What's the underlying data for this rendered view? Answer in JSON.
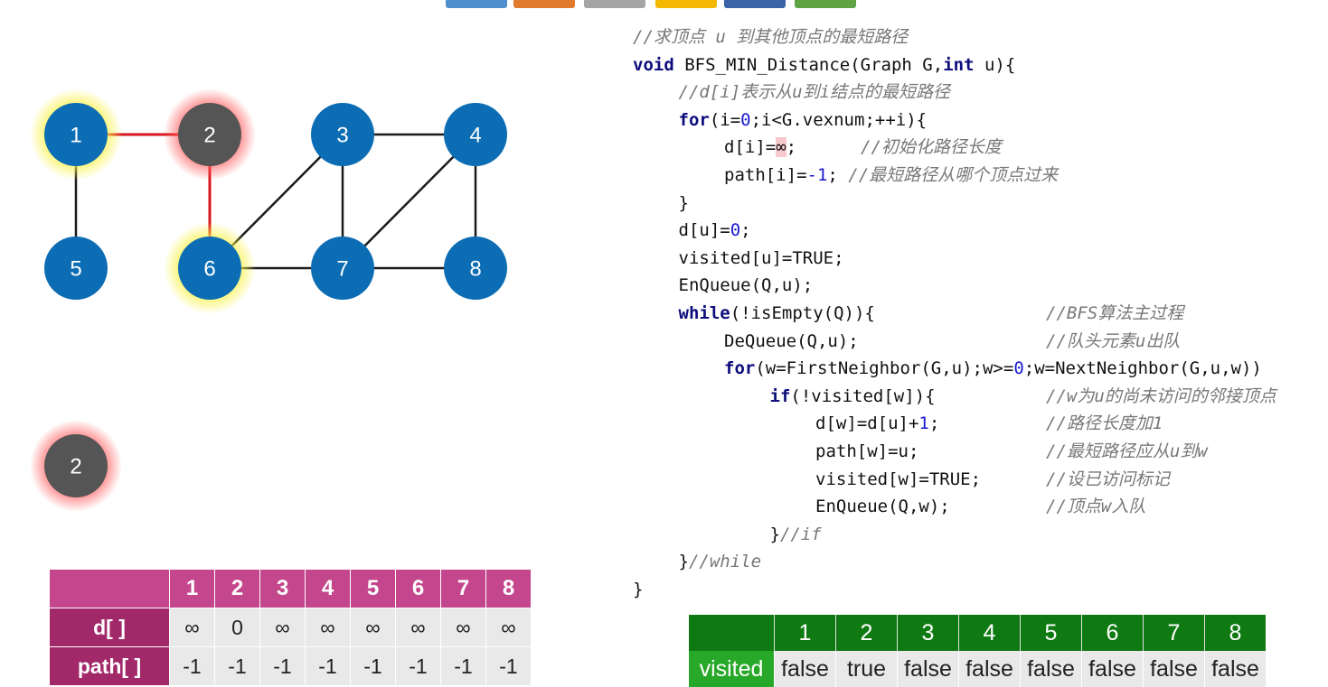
{
  "colors": {
    "node_blue": "#0c6db4",
    "node_gray": "#555555",
    "edge_highlight": "#d8161b",
    "glow_yellow": "#f9f24a",
    "glow_red": "#ff5a5a",
    "table_pink": "#c4468d",
    "table_green": "#107a12"
  },
  "graph": {
    "nodes": [
      {
        "id": "1",
        "label": "1",
        "state": "visited"
      },
      {
        "id": "2",
        "label": "2",
        "state": "current"
      },
      {
        "id": "3",
        "label": "3",
        "state": "unvisited"
      },
      {
        "id": "4",
        "label": "4",
        "state": "unvisited"
      },
      {
        "id": "5",
        "label": "5",
        "state": "unvisited"
      },
      {
        "id": "6",
        "label": "6",
        "state": "visited"
      },
      {
        "id": "7",
        "label": "7",
        "state": "unvisited"
      },
      {
        "id": "8",
        "label": "8",
        "state": "unvisited"
      }
    ],
    "edges": [
      {
        "from": "1",
        "to": "2",
        "highlight": true
      },
      {
        "from": "1",
        "to": "5",
        "highlight": false
      },
      {
        "from": "2",
        "to": "6",
        "highlight": true
      },
      {
        "from": "3",
        "to": "4",
        "highlight": false
      },
      {
        "from": "3",
        "to": "6",
        "highlight": false
      },
      {
        "from": "3",
        "to": "7",
        "highlight": false
      },
      {
        "from": "4",
        "to": "7",
        "highlight": false
      },
      {
        "from": "4",
        "to": "8",
        "highlight": false
      },
      {
        "from": "6",
        "to": "7",
        "highlight": false
      },
      {
        "from": "7",
        "to": "8",
        "highlight": false
      }
    ]
  },
  "queue": {
    "items": [
      "2"
    ]
  },
  "dist_table": {
    "headers": [
      "1",
      "2",
      "3",
      "4",
      "5",
      "6",
      "7",
      "8"
    ],
    "rows": [
      {
        "label": "d[ ]",
        "values": [
          "∞",
          "0",
          "∞",
          "∞",
          "∞",
          "∞",
          "∞",
          "∞"
        ]
      },
      {
        "label": "path[ ]",
        "values": [
          "-1",
          "-1",
          "-1",
          "-1",
          "-1",
          "-1",
          "-1",
          "-1"
        ]
      }
    ]
  },
  "visited_table": {
    "headers": [
      "1",
      "2",
      "3",
      "4",
      "5",
      "6",
      "7",
      "8"
    ],
    "label": "visited",
    "values": [
      "false",
      "true",
      "false",
      "false",
      "false",
      "false",
      "false",
      "false"
    ]
  },
  "code": {
    "lines": [
      {
        "indent": 0,
        "parts": [
          {
            "t": "//求顶点 ",
            "c": "cm"
          },
          {
            "t": "u",
            "c": "cm"
          },
          {
            "t": " 到其他顶点的最短路径",
            "c": "cm"
          }
        ]
      },
      {
        "indent": 0,
        "parts": [
          {
            "t": "void",
            "c": "kw"
          },
          {
            "t": " BFS_MIN_Distance(Graph G,"
          },
          {
            "t": "int",
            "c": "kw"
          },
          {
            "t": " u){"
          }
        ]
      },
      {
        "indent": 1,
        "parts": [
          {
            "t": "//d[i]表示从u到i结点的最短路径",
            "c": "cm"
          }
        ]
      },
      {
        "indent": 1,
        "parts": [
          {
            "t": "for",
            "c": "kw"
          },
          {
            "t": "(i="
          },
          {
            "t": "0",
            "c": "num"
          },
          {
            "t": ";i<G.vexnum;++i){"
          }
        ]
      },
      {
        "indent": 2,
        "parts": [
          {
            "t": "d[i]="
          },
          {
            "t": "∞",
            "c": "hl"
          },
          {
            "t": ";"
          }
        ],
        "tab": 5,
        "comment": "//初始化路径长度"
      },
      {
        "indent": 2,
        "parts": [
          {
            "t": "path[i]="
          },
          {
            "t": "-1",
            "c": "num"
          },
          {
            "t": "; "
          },
          {
            "t": "//最短路径从哪个顶点过来",
            "c": "cm"
          }
        ]
      },
      {
        "indent": 1,
        "parts": [
          {
            "t": "}"
          }
        ]
      },
      {
        "indent": 1,
        "parts": [
          {
            "t": "d[u]="
          },
          {
            "t": "0",
            "c": "num"
          },
          {
            "t": ";"
          }
        ]
      },
      {
        "indent": 1,
        "parts": [
          {
            "t": "visited[u]=TRUE;"
          }
        ]
      },
      {
        "indent": 1,
        "parts": [
          {
            "t": "EnQueue(Q,u);"
          }
        ]
      },
      {
        "indent": 1,
        "parts": [
          {
            "t": "while",
            "c": "kw"
          },
          {
            "t": "(!isEmpty(Q)){"
          }
        ],
        "comment": "//BFS算法主过程"
      },
      {
        "indent": 2,
        "parts": [
          {
            "t": "DeQueue(Q,u);"
          }
        ],
        "comment": "//队头元素u出队"
      },
      {
        "indent": 2,
        "parts": [
          {
            "t": "for",
            "c": "kw"
          },
          {
            "t": "(w=FirstNeighbor(G,u);w>="
          },
          {
            "t": "0",
            "c": "num"
          },
          {
            "t": ";w=NextNeighbor(G,u,w))"
          }
        ]
      },
      {
        "indent": 3,
        "parts": [
          {
            "t": "if",
            "c": "kw"
          },
          {
            "t": "(!visited[w]){"
          }
        ],
        "comment": "//w为u的尚未访问的邻接顶点"
      },
      {
        "indent": 4,
        "parts": [
          {
            "t": "d[w]=d[u]+"
          },
          {
            "t": "1",
            "c": "num"
          },
          {
            "t": ";"
          }
        ],
        "comment": "//路径长度加1"
      },
      {
        "indent": 4,
        "parts": [
          {
            "t": "path[w]=u;"
          }
        ],
        "comment": "//最短路径应从u到w"
      },
      {
        "indent": 4,
        "parts": [
          {
            "t": "visited[w]=TRUE;"
          }
        ],
        "comment": "//设已访问标记"
      },
      {
        "indent": 4,
        "parts": [
          {
            "t": "EnQueue(Q,w);"
          }
        ],
        "comment": "//顶点w入队"
      },
      {
        "indent": 3,
        "parts": [
          {
            "t": "}"
          },
          {
            "t": "//if",
            "c": "cm"
          }
        ]
      },
      {
        "indent": 1,
        "parts": [
          {
            "t": "}"
          },
          {
            "t": "//while",
            "c": "cm"
          }
        ]
      },
      {
        "indent": 0,
        "parts": [
          {
            "t": "}"
          }
        ]
      }
    ]
  }
}
